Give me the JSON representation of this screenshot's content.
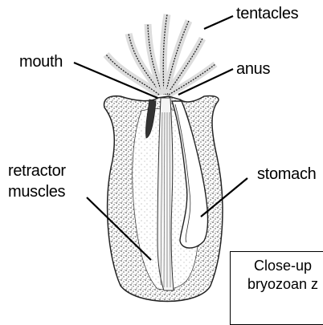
{
  "labels": {
    "tentacles": "tentacles",
    "mouth": "mouth",
    "anus": "anus",
    "retractor_1": "retractor",
    "retractor_2": "muscles",
    "stomach": "stomach"
  },
  "caption": {
    "line1": "Close-up",
    "line2": "bryozoan z",
    "line3": ""
  }
}
